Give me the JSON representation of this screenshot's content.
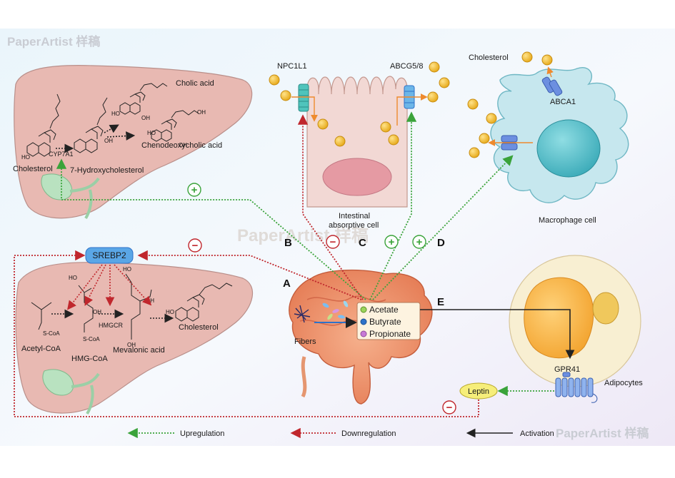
{
  "watermarks": {
    "top_left": "PaperArtist 样稿",
    "center": "PaperArtist 样稿",
    "bottom_right": "PaperArtist 样稿"
  },
  "liver_top": {
    "cholesterol": "Cholesterol",
    "enzyme": "CYP7A1",
    "hydroxy": "7-Hydroxycholesterol",
    "cholic": "Cholic acid",
    "cheno": "Chenodeoxycholic acid"
  },
  "intestine_cell": {
    "npc": "NPC1L1",
    "abcg": "ABCG5/8",
    "label_line1": "Intestinal",
    "label_line2": "absorptive cell"
  },
  "macrophage": {
    "cholesterol": "Cholesterol",
    "abca1": "ABCA1",
    "label": "Macrophage cell"
  },
  "liver_bottom": {
    "srebp": "SREBP2",
    "acetyl": "Acetyl-CoA",
    "hmgcoa": "HMG-CoA",
    "hmgcr": "HMGCR",
    "mevalonic": "Mevalonic acid",
    "cholesterol": "Cholesterol"
  },
  "gut": {
    "fibers": "Fibers",
    "scfa": [
      "Acetate",
      "Butyrate",
      "Propionate"
    ],
    "scfa_colors": [
      "#9bd45a",
      "#2e72c9",
      "#c77ad6"
    ]
  },
  "adipocyte": {
    "receptor": "GPR41",
    "label": "Adipocytes",
    "leptin": "Leptin"
  },
  "section_letters": [
    "A",
    "B",
    "C",
    "D",
    "E"
  ],
  "signs": {
    "plus": "+",
    "minus": "−"
  },
  "legend": [
    {
      "label": "Upregulation",
      "color": "#3aa33a"
    },
    {
      "label": "Downregulation",
      "color": "#c0272d"
    },
    {
      "label": "Activation",
      "color": "#222222"
    }
  ]
}
